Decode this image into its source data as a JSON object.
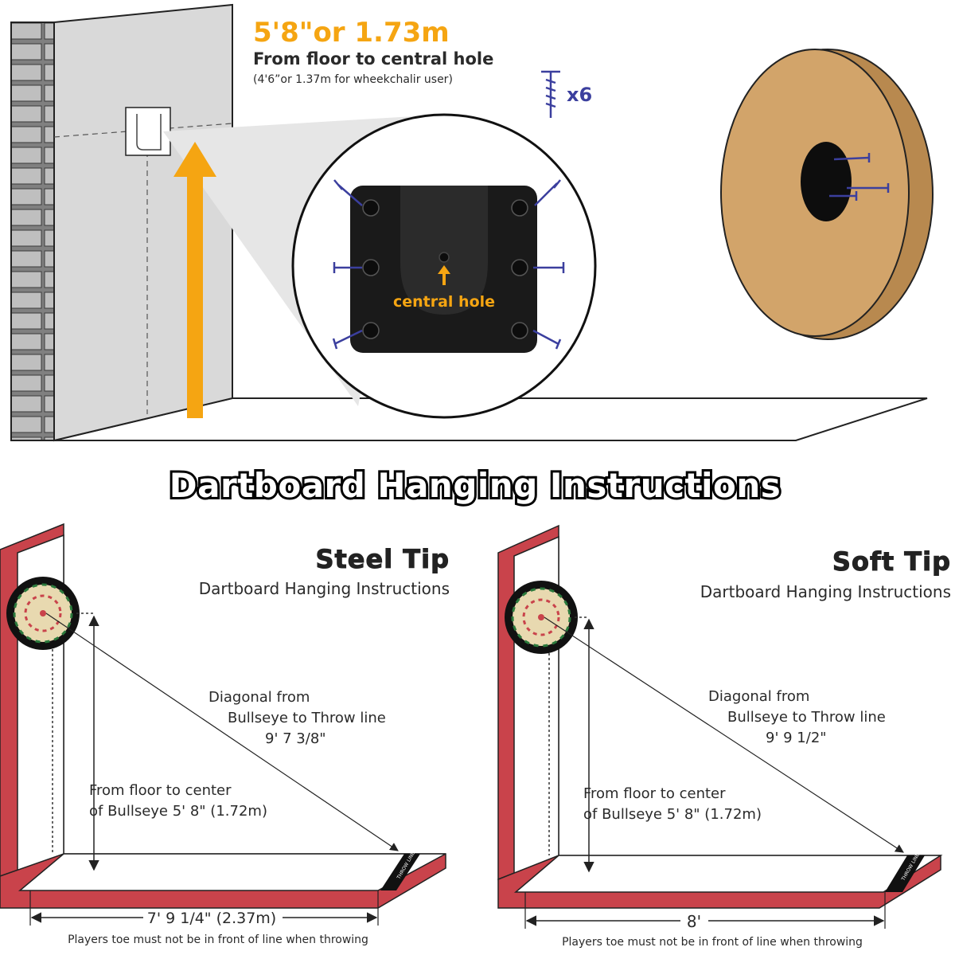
{
  "top": {
    "height_main": "5'8\"or 1.73m",
    "height_sub": "From floor to central hole",
    "height_note": "(4'6”or 1.37m for wheekchalir user)",
    "screws_count": "x6",
    "central_hole": "central hole"
  },
  "title": "Dartboard Hanging Instructions",
  "steel": {
    "heading": "Steel Tip",
    "subheading": "Dartboard Hanging Instructions",
    "diag_line1": "Diagonal from",
    "diag_line2": "Bullseye to Throw line",
    "diag_value": "9' 7 3/8\"",
    "floor_line1": "From floor to center",
    "floor_line2": "of Bullseye  5' 8\" (1.72m)",
    "distance": "7' 9 1/4\" (2.37m)",
    "toe_note": "Players toe must not be in front of line when throwing",
    "throw_mark": "THROW LINE"
  },
  "soft": {
    "heading": "Soft Tip",
    "subheading": "Dartboard Hanging Instructions",
    "diag_line1": "Diagonal from",
    "diag_line2": "Bullseye to Throw line",
    "diag_value": "9' 9 1/2\"",
    "floor_line1": "From floor to center",
    "floor_line2": "of Bullseye  5' 8\" (1.72m)",
    "distance": "8'",
    "toe_note": "Players toe must not be in front of line when throwing",
    "throw_mark": "THROW LINE"
  },
  "colors": {
    "accent_orange": "#f5a512",
    "wall_red": "#c9434b",
    "bracket_black": "#1a1a1a",
    "board_tan": "#d2a46a",
    "wall_gray": "#d9d9d9",
    "brick_gray": "#7d7d7d",
    "screw_blue": "#3b3f9e"
  }
}
